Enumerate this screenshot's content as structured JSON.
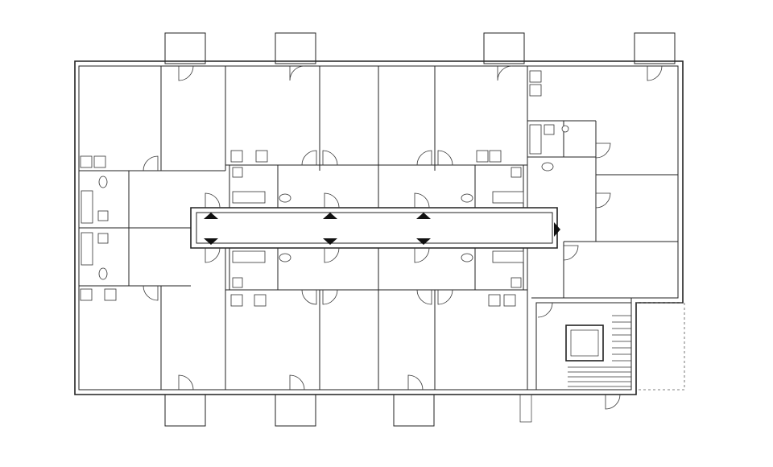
{
  "drawing": {
    "type": "architectural floor plan",
    "line_color": "#222222",
    "background": "#ffffff"
  },
  "balconies": {
    "top_count": 4,
    "bottom_count": 4
  },
  "corridor_markers": {
    "up_count": 3,
    "down_count": 3,
    "side_count": 1
  },
  "icons": [
    "stove-icon",
    "sink-icon",
    "toilet-icon",
    "bathtub-icon",
    "washbasin-icon",
    "shower-icon",
    "elevator-icon",
    "stair-icon",
    "direction-marker-icon"
  ]
}
